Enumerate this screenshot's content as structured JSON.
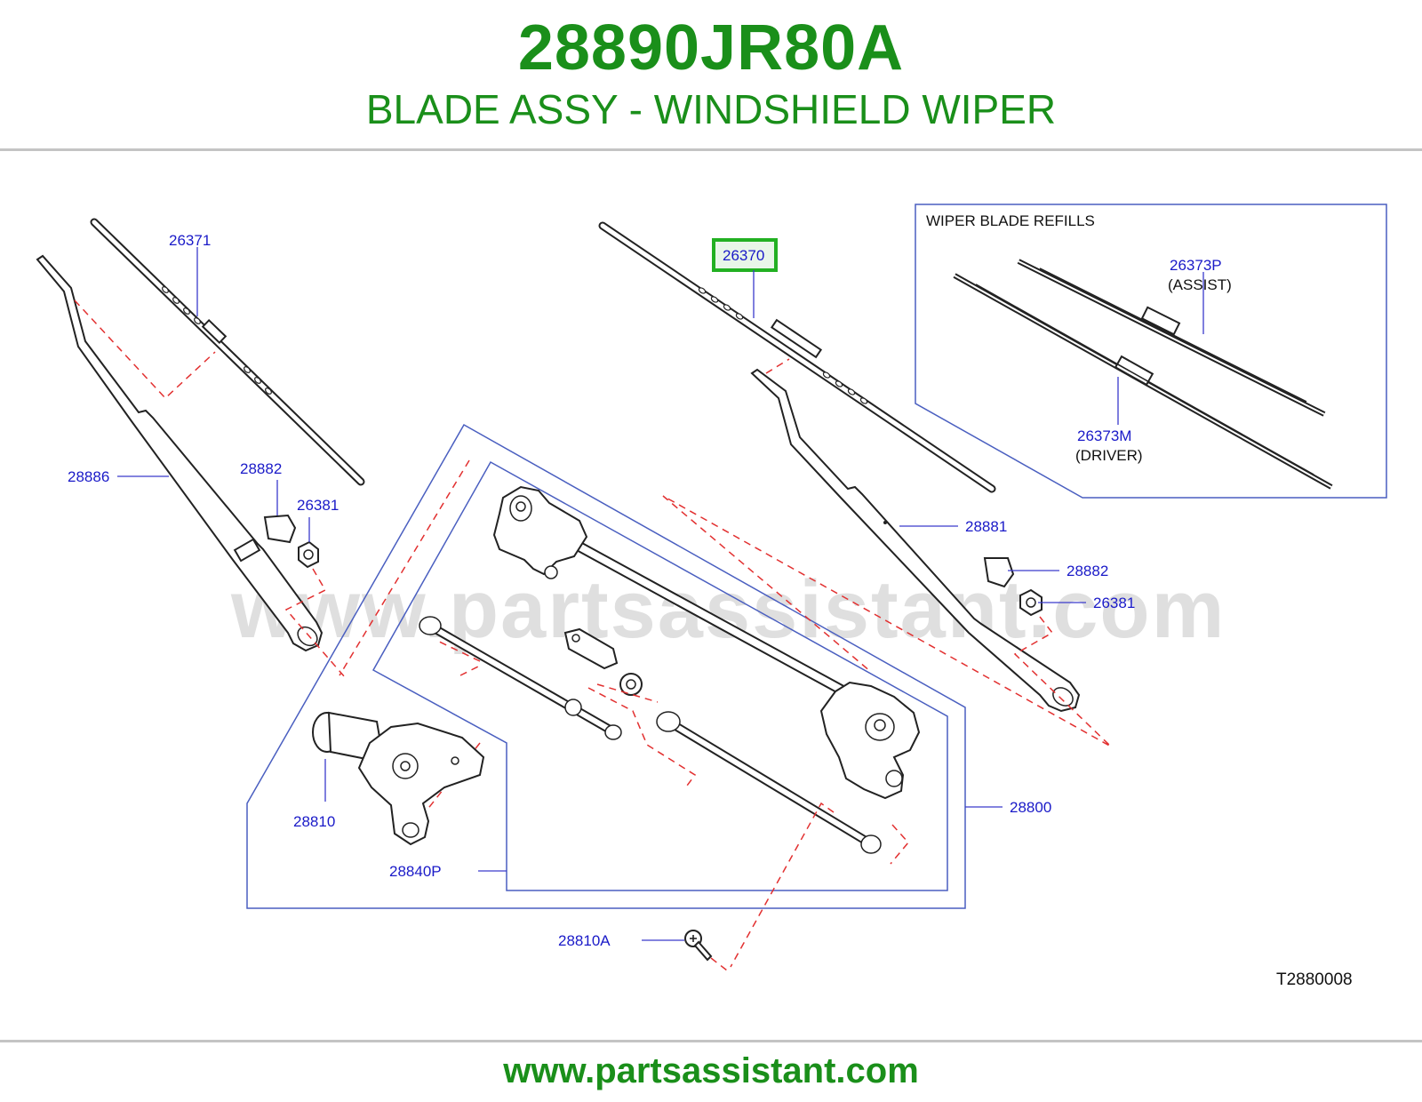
{
  "header": {
    "part_number": "28890JR80A",
    "description": "BLADE ASSY - WINDSHIELD WIPER"
  },
  "colors": {
    "brand_green": "#1a8f1a",
    "callout_blue": "#1a1ac8",
    "highlight_green": "#22b022",
    "phantom_red": "#e23030",
    "frame_blue": "#4a5fc0"
  },
  "refills": {
    "title": "WIPER   BLADE   REFILLS",
    "assist_number": "26373P",
    "assist_label": "(ASSIST)",
    "driver_number": "26373M",
    "driver_label": "(DRIVER)"
  },
  "callouts": {
    "blade_left": "26371",
    "blade_highlighted": "26370",
    "arm_left": "28886",
    "cap_left": "28882",
    "nut_left": "26381",
    "arm_right": "28881",
    "cap_right": "28882",
    "nut_right": "26381",
    "linkage_assy": "28800",
    "motor": "28810",
    "link_parts": "28840P",
    "bolt": "28810A"
  },
  "diagram_code": "T2880008",
  "watermark": "www.partsassistant.com",
  "footer": {
    "url": "www.partsassistant.com"
  }
}
